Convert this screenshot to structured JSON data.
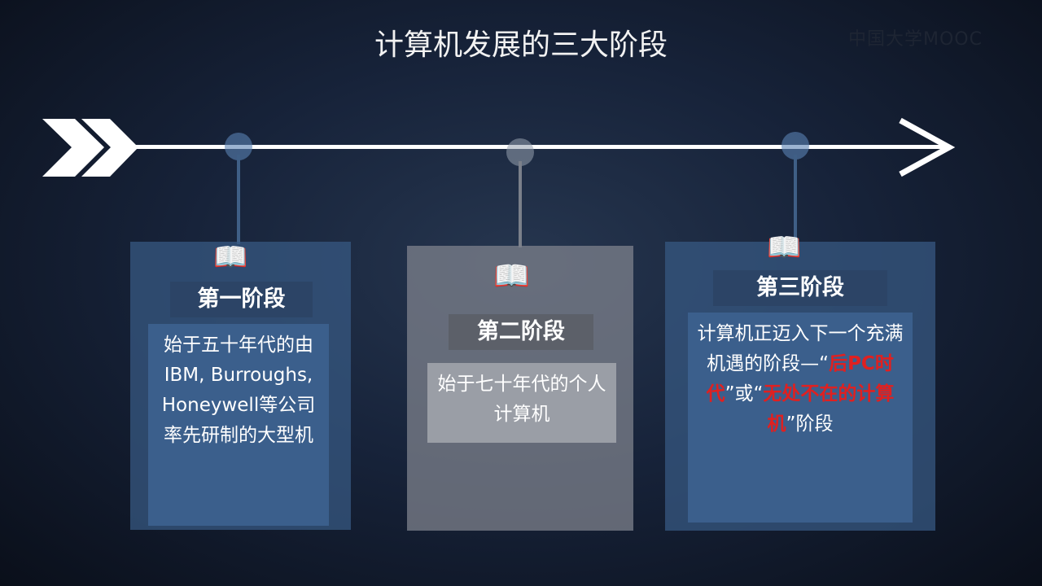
{
  "title": "计算机发展的三大阶段",
  "logo": "中国大学MOOC",
  "colors": {
    "accent_red": "#e02020",
    "blue_panel": "#3a5d88",
    "gray_panel": "#8a8f98"
  },
  "stages": [
    {
      "label": "第一阶段",
      "text": "始于五十年代的由IBM, Burroughs, Honeywell等公司率先研制的大型机",
      "icon": "book-icon"
    },
    {
      "label": "第二阶段",
      "text": "始于七十年代的个人计算机",
      "icon": "book-icon"
    },
    {
      "label": "第三阶段",
      "text_before": "计算机正迈入下一个充满机遇的阶段—“",
      "highlight1": "后PC时代",
      "text_mid": "”或“",
      "highlight2": "无处不在的计算机",
      "text_after": "”阶段",
      "icon": "book-icon"
    }
  ]
}
